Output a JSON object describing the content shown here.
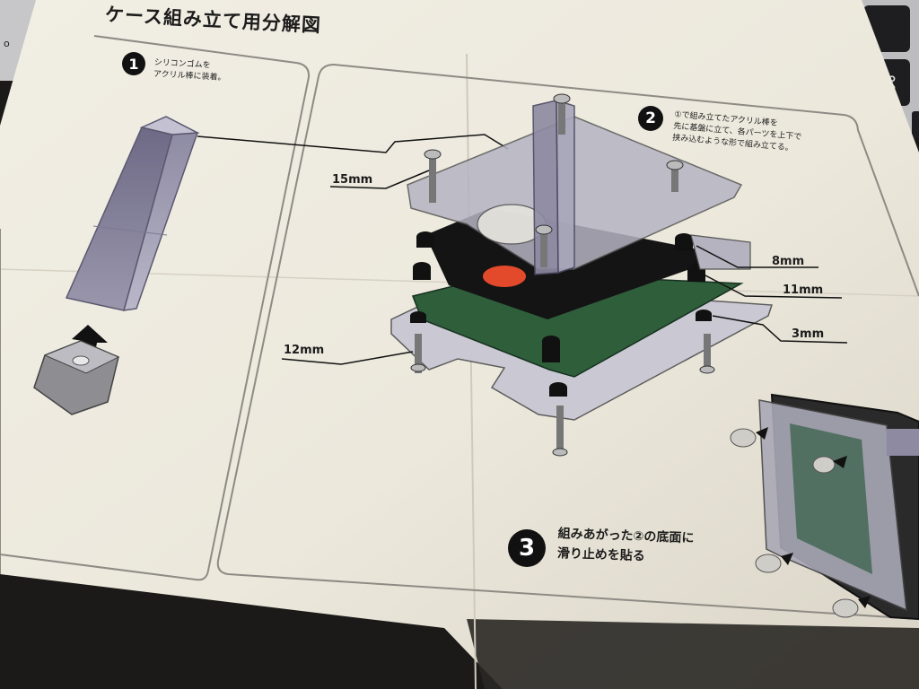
{
  "title": "ケース組み立て用分解図",
  "steps": [
    {
      "num": "1",
      "text_lines": [
        "シリコンゴムを",
        "アクリル棒に装着。"
      ]
    },
    {
      "num": "2",
      "text_lines": [
        "①で組み立てたアクリル棒を",
        "先に基盤に立て、各パーツを上下で",
        "挟み込むような形で組み立てる。"
      ]
    },
    {
      "num": "3",
      "text_lines": [
        "組みあがった②の底面に",
        "滑り止めを貼る"
      ]
    }
  ],
  "dimensions": {
    "d15": "15mm",
    "d8": "8mm",
    "d11": "11mm",
    "d3": "3mm",
    "d12": "12mm"
  },
  "colors": {
    "paper": "#ece8dc",
    "acrylic": "#a9a8b6",
    "pcb": "#2f5e3b",
    "spacer": "#141414",
    "button": "#e24a2b",
    "background": "#1b1a18"
  }
}
